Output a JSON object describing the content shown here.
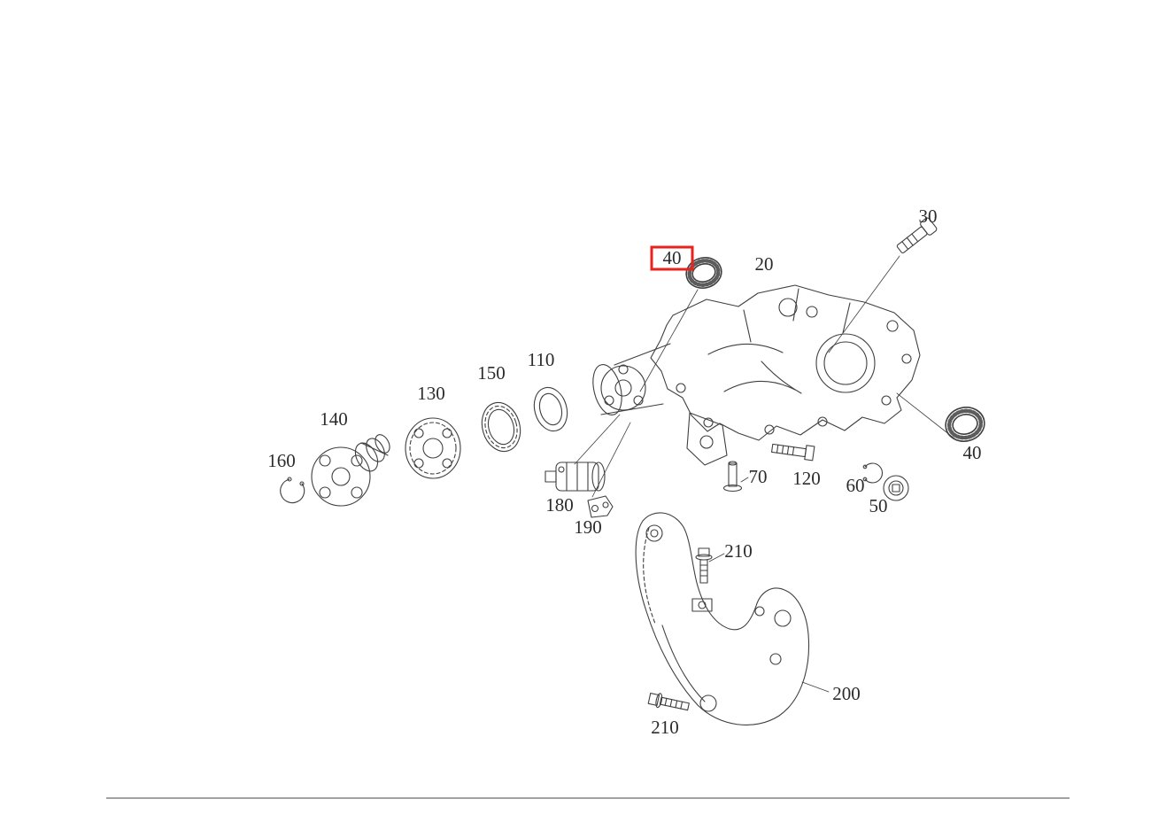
{
  "page": {
    "background": "#ffffff"
  },
  "diagram": {
    "type": "exploded-parts-diagram",
    "line_color": "#3f3f3f",
    "label_color": "#2b2b2b",
    "highlight": {
      "color": "#e8231d",
      "callout": "40"
    },
    "callouts": {
      "c30": "30",
      "c40_top": "40",
      "c20": "20",
      "c110": "110",
      "c150": "150",
      "c130": "130",
      "c140": "140",
      "c160": "160",
      "c180": "180",
      "c190": "190",
      "c70": "70",
      "c120": "120",
      "c60": "60",
      "c50": "50",
      "c40_right": "40",
      "c210_upper": "210",
      "c200": "200",
      "c210_lower": "210"
    }
  }
}
